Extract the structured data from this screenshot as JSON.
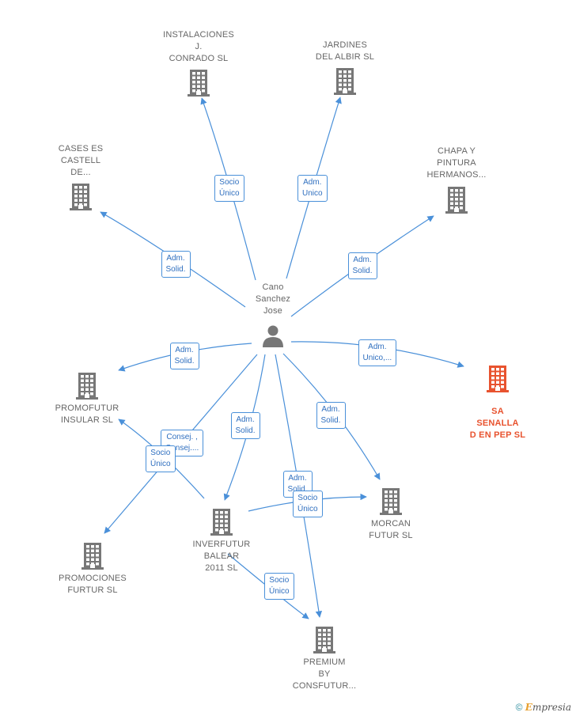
{
  "center": {
    "label": "Cano\nSanchez\nJose",
    "icon": "person-icon"
  },
  "companies": [
    {
      "id": "instalaciones",
      "label": "INSTALACIONES\nJ.\nCONRADO  SL",
      "main": false
    },
    {
      "id": "jardines",
      "label": "JARDINES\nDEL ALBIR  SL",
      "main": false
    },
    {
      "id": "cases",
      "label": "CASES ES\nCASTELL\nDE...",
      "main": false
    },
    {
      "id": "chapa",
      "label": "CHAPA Y\nPINTURA\nHERMANOS...",
      "main": false
    },
    {
      "id": "sasenalla",
      "label": "SA\nSENALLA\nD EN PEP  SL",
      "main": true
    },
    {
      "id": "promofutur",
      "label": "PROMOFUTUR\nINSULAR SL",
      "main": false
    },
    {
      "id": "morcan",
      "label": "MORCAN\nFUTUR  SL",
      "main": false
    },
    {
      "id": "inverfutur",
      "label": "INVERFUTUR\nBALEAR\n2011 SL",
      "main": false
    },
    {
      "id": "promociones",
      "label": "PROMOCIONES\nFURTUR SL",
      "main": false
    },
    {
      "id": "premium",
      "label": "PREMIUM\nBY\nCONSFUTUR...",
      "main": false
    }
  ],
  "edges": [
    {
      "from": "center",
      "to": "instalaciones",
      "label": "Socio\nÚnico"
    },
    {
      "from": "center",
      "to": "jardines",
      "label": "Adm.\nUnico"
    },
    {
      "from": "center",
      "to": "cases",
      "label": "Adm.\nSolid."
    },
    {
      "from": "center",
      "to": "chapa",
      "label": "Adm.\nSolid."
    },
    {
      "from": "center",
      "to": "sasenalla",
      "label": "Adm.\nUnico,..."
    },
    {
      "from": "center",
      "to": "promofutur",
      "label": "Adm.\nSolid."
    },
    {
      "from": "center",
      "to": "morcan",
      "label": "Adm.\nSolid."
    },
    {
      "from": "center",
      "to": "inverfutur",
      "label": "Adm.\nSolid."
    },
    {
      "from": "center",
      "to": "promociones",
      "label": "Consej. ,\nConsej...."
    },
    {
      "from": "center",
      "to": "premium",
      "label": "Adm.\nSolid."
    },
    {
      "from": "inverfutur",
      "to": "promofutur",
      "label": "Socio\nÚnico"
    },
    {
      "from": "inverfutur",
      "to": "morcan",
      "label": "Socio\nÚnico"
    },
    {
      "from": "inverfutur",
      "to": "premium",
      "label": "Socio\nÚnico"
    }
  ],
  "colors": {
    "edge": "#4a90d9",
    "node": "#777777",
    "main": "#e8532f"
  },
  "footer": {
    "copyright": "©",
    "brand": "mpresia",
    "brand_initial": "E"
  }
}
